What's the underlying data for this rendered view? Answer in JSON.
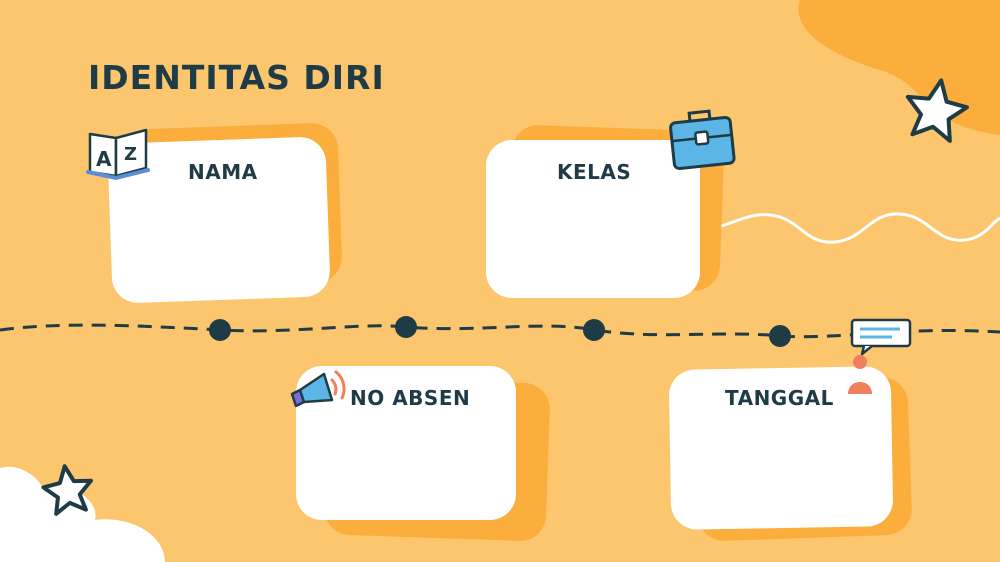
{
  "slide": {
    "title": "IDENTITAS DIRI",
    "colors": {
      "background": "#fcc66e",
      "accent_orange": "#fbae3c",
      "card": "#ffffff",
      "text_dark": "#1f3b46"
    },
    "cards": [
      {
        "label": "NAMA",
        "icon": "book-icon"
      },
      {
        "label": "KELAS",
        "icon": "briefcase-icon"
      },
      {
        "label": "NO ABSEN",
        "icon": "megaphone-icon"
      },
      {
        "label": "TANGGAL",
        "icon": "speech-bubble-person-icon"
      }
    ]
  }
}
